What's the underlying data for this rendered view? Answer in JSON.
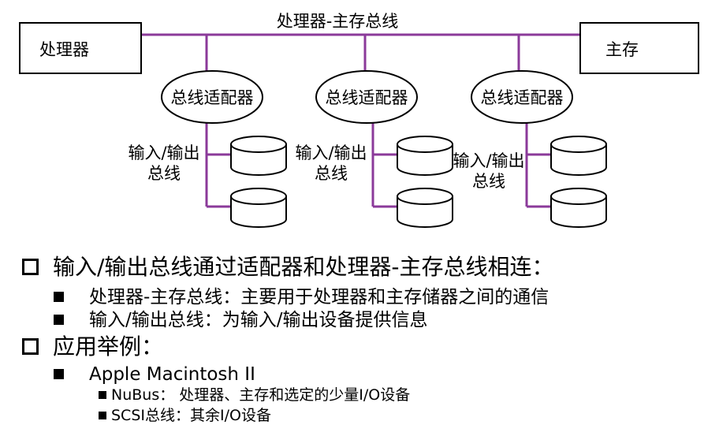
{
  "diagram": {
    "bus_label": "处理器-主存总线",
    "processor_label": "处理器",
    "memory_label": "主存",
    "adapter_label": "总线适配器",
    "io_bus_label_line1": "输入/输出",
    "io_bus_label_line2": "总线",
    "colors": {
      "bus": "#8B3A9A",
      "stroke": "#000000"
    }
  },
  "bullets": {
    "item1": "输入/输出总线通过适配器和处理器-主存总线相连：",
    "item1_sub1": "处理器-主存总线：主要用于处理器和主存储器之间的通信",
    "item1_sub2": "输入/输出总线：为输入/输出设备提供信息",
    "item2": "应用举例：",
    "item2_sub1": "Apple Macintosh II",
    "item2_sub1_a": "NuBus： 处理器、主存和选定的少量I/O设备",
    "item2_sub1_b": "SCSI总线：其余I/O设备"
  }
}
